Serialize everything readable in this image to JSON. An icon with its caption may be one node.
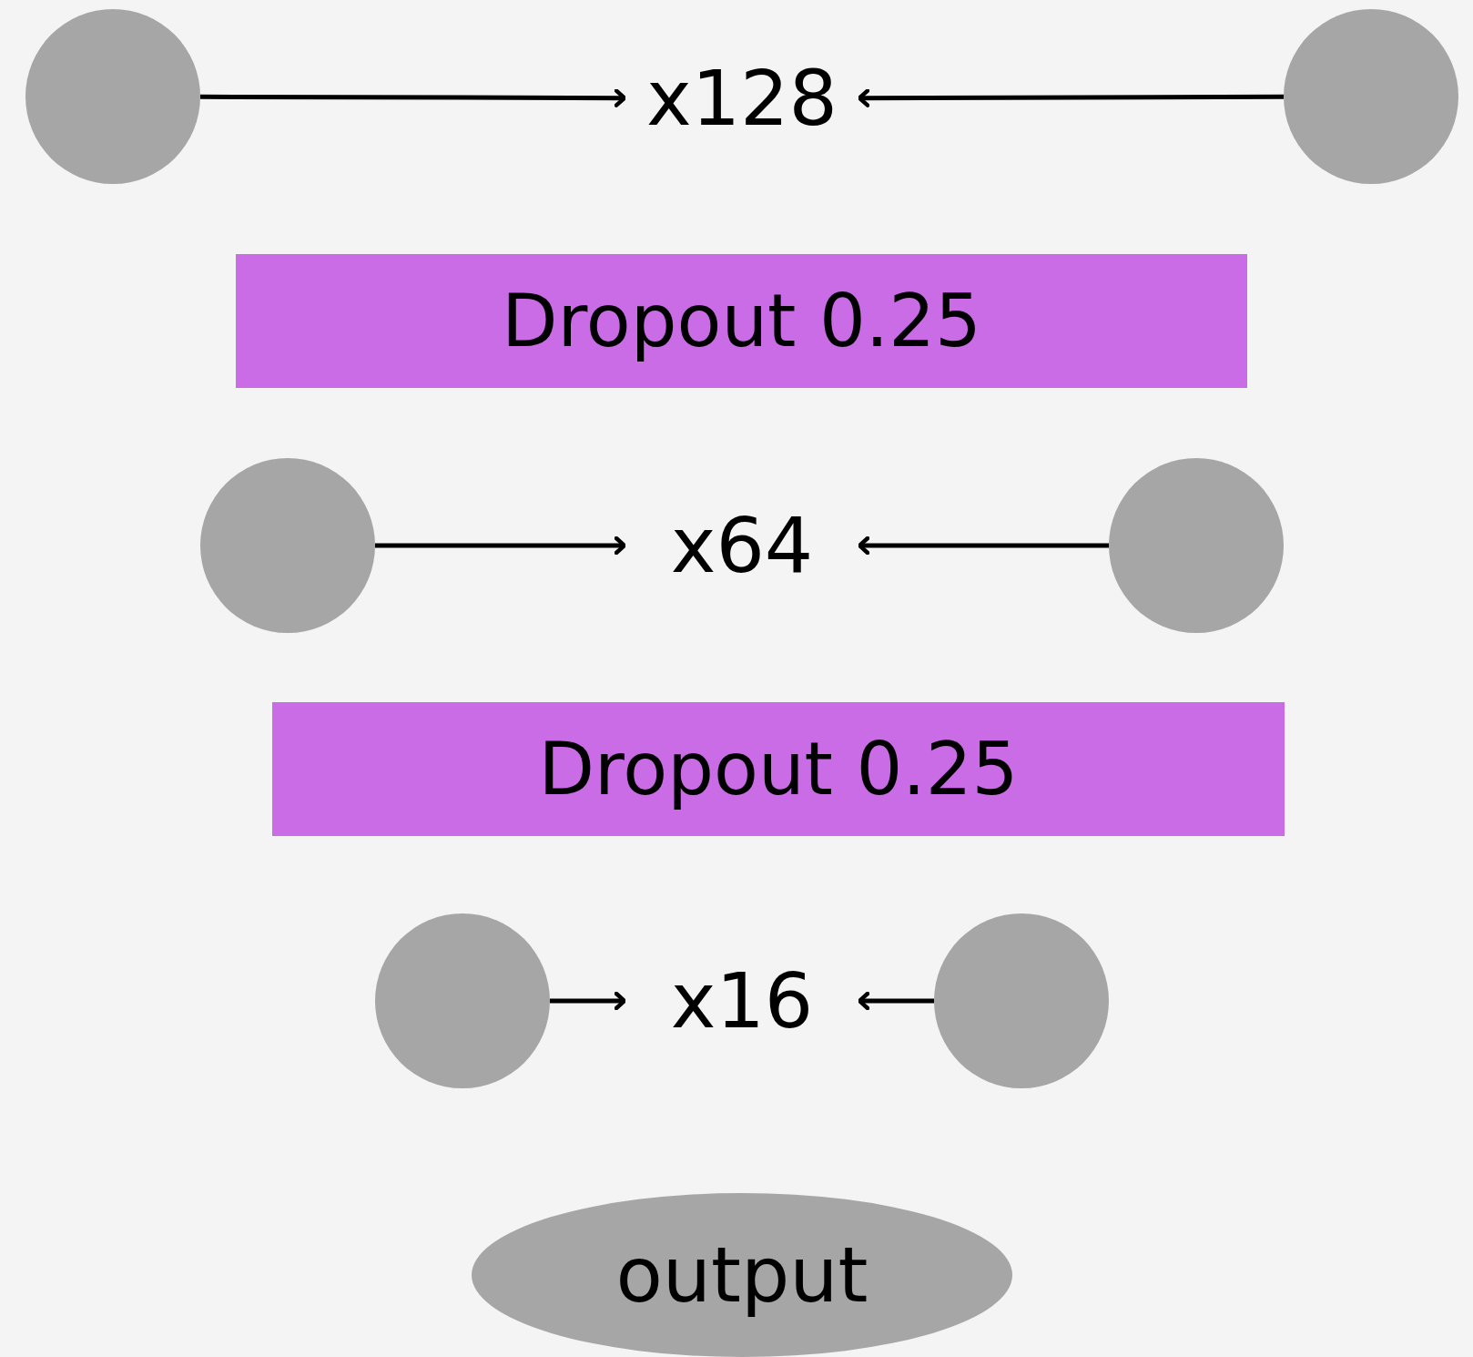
{
  "diagram": {
    "nodes": [
      {
        "text": [],
        "shape": "circle"
      },
      {
        "text": [
          "x128"
        ]
      },
      {
        "text": [],
        "shape": "circle"
      },
      {
        "text": [
          "Dropout 0.25"
        ]
      },
      {
        "text": [],
        "shape": "circle"
      },
      {
        "text": [
          "x64"
        ]
      },
      {
        "text": [],
        "shape": "circle"
      },
      {
        "text": [
          "Dropout 0.25"
        ]
      },
      {
        "text": [],
        "shape": "circle"
      },
      {
        "text": [
          "x16"
        ]
      },
      {
        "text": [],
        "shape": "circle"
      },
      {
        "text": [
          "output"
        ]
      }
    ],
    "edges": [
      {
        "from": 0,
        "to": 1,
        "arrow": "to"
      },
      {
        "from": 2,
        "to": 1,
        "arrow": "to"
      },
      {
        "from": 4,
        "to": 5,
        "arrow": "to"
      },
      {
        "from": 6,
        "to": 5,
        "arrow": "to"
      },
      {
        "from": 8,
        "to": 9,
        "arrow": "to"
      },
      {
        "from": 10,
        "to": 9,
        "arrow": "to"
      }
    ]
  }
}
